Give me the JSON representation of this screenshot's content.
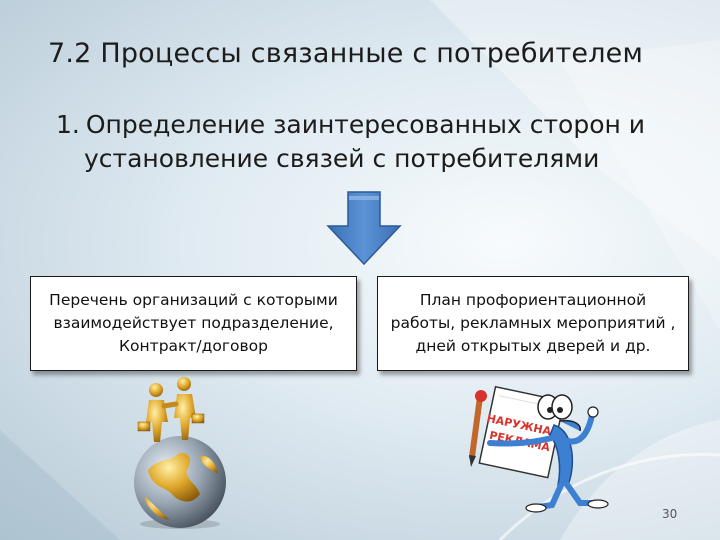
{
  "title": "7.2 Процессы связанные с потребителем",
  "subtitle": {
    "number": "1.",
    "line1": "Определение заинтересованных сторон и",
    "line2": "установление связей с потребителями"
  },
  "left_box": {
    "line1": "Перечень организаций с которыми",
    "line2": "взаимодействует подразделение,",
    "line3": "Контракт/договор"
  },
  "right_box": {
    "line1": "План профориентационной",
    "line2": "работы, рекламных мероприятий ,",
    "line3": "дней открытых дверей и др."
  },
  "sign_text": {
    "line1": "НАРУЖНАЯ",
    "line2": "РЕКЛАМА"
  },
  "page_number": "30",
  "colors": {
    "arrow_fill": "#4a7fc4",
    "arrow_stroke": "#2d5a96",
    "sign_red": "#d9342b",
    "mascot_blue": "#3d7fd0"
  }
}
